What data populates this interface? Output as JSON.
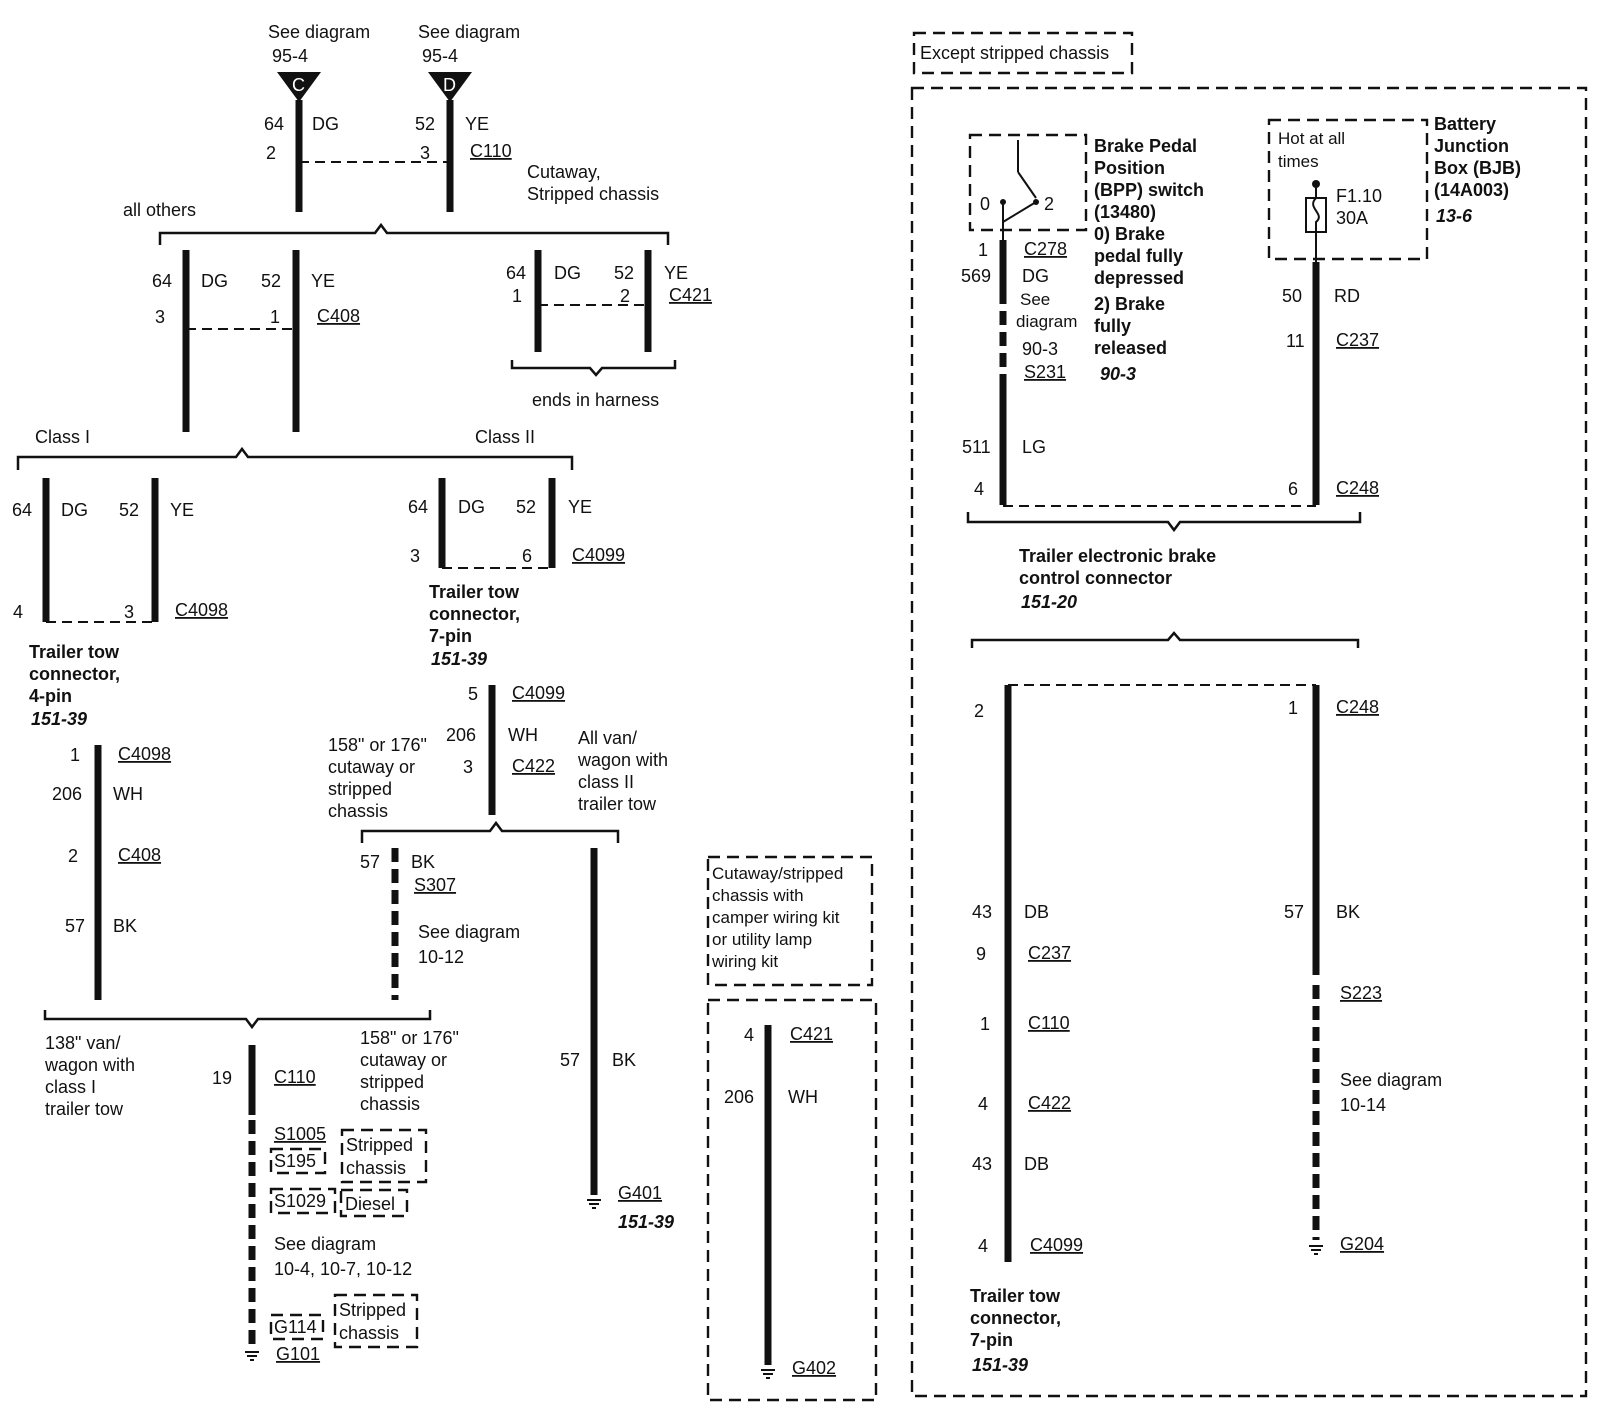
{
  "connC": {
    "see": "See diagram",
    "ref": "95-4",
    "letter": "C"
  },
  "connD": {
    "see": "See diagram",
    "ref": "95-4",
    "letter": "D"
  },
  "top": {
    "c110": "C110",
    "pinDG": "64",
    "colDG": "DG",
    "pinYE": "52",
    "colYE": "YE",
    "n2": "2",
    "n3": "3",
    "cutaway1": "Cutaway,",
    "cutaway2": "Stripped chassis",
    "allOthers": "all others"
  },
  "c408": {
    "pin64": "64",
    "dg": "DG",
    "pin52": "52",
    "ye": "YE",
    "n3": "3",
    "n1": "1",
    "label": "C408"
  },
  "c421": {
    "pin64": "64",
    "dg": "DG",
    "pin52": "52",
    "ye": "YE",
    "n1": "1",
    "n2": "2",
    "label": "C421",
    "ends": "ends in harness"
  },
  "classes": {
    "class1": "Class I",
    "class2": "Class II"
  },
  "c4098": {
    "pin64": "64",
    "dg": "DG",
    "pin52": "52",
    "ye": "YE",
    "n4": "4",
    "n3": "3",
    "label": "C4098"
  },
  "tow4": {
    "l1": "Trailer tow",
    "l2": "connector,",
    "l3": "4-pin",
    "ref": "151-39"
  },
  "c4099": {
    "pin64": "64",
    "dg": "DG",
    "pin52": "52",
    "ye": "YE",
    "n3": "3",
    "n6": "6",
    "label": "C4099"
  },
  "tow7": {
    "l1": "Trailer tow",
    "l2": "connector,",
    "l3": "7-pin",
    "ref": "151-39"
  },
  "wh1": {
    "n1": "1",
    "c4098": "C4098",
    "c206": "206",
    "wh": "WH",
    "n2": "2",
    "c408": "C408",
    "c57": "57",
    "bk": "BK"
  },
  "wh2": {
    "n5": "5",
    "c4099": "C4099",
    "c206": "206",
    "wh": "WH",
    "n3": "3",
    "c422": "C422"
  },
  "notes": {
    "len158a1": "158\" or 176\"",
    "len158a2": "cutaway or",
    "len158a3": "stripped",
    "len158a4": "chassis",
    "allvan1": "All van/",
    "allvan2": "wagon with",
    "allvan3": "class II",
    "allvan4": "trailer tow",
    "van138_1": "138\" van/",
    "van138_2": "wagon with",
    "van138_3": "class I",
    "van138_4": "trailer tow",
    "len158b1": "158\" or 176\"",
    "len158b2": "cutaway or",
    "len158b3": "stripped",
    "len158b4": "chassis"
  },
  "s307": {
    "c57": "57",
    "bk": "BK",
    "splice": "S307",
    "see": "See diagram",
    "ref": "10-12"
  },
  "g401": {
    "c57": "57",
    "bk": "BK",
    "ground": "G401",
    "ref": "151-39"
  },
  "g101": {
    "n19": "19",
    "c110": "C110",
    "s1005": "S1005",
    "s195": "S195",
    "s1029": "S1029",
    "stripped1": "Stripped",
    "chassis1": "chassis",
    "diesel": "Diesel",
    "see": "See diagram",
    "refs": "10-4, 10-7, 10-12",
    "g114": "G114",
    "stripped2": "Stripped",
    "chassis2": "chassis",
    "g101": "G101"
  },
  "camper": {
    "l1": "Cutaway/stripped",
    "l2": "chassis with",
    "l3": "camper wiring kit",
    "l4": "or utility lamp",
    "l5": "wiring kit",
    "n4": "4",
    "c421": "C421",
    "c206": "206",
    "wh": "WH",
    "g402": "G402"
  },
  "right": {
    "except": "Except stripped chassis",
    "bpp": {
      "l1": "Brake Pedal",
      "l2": "Position",
      "l3": "(BPP) switch",
      "l4": "(13480)",
      "l5": "0) Brake",
      "l6": "pedal fully",
      "l7": "depressed",
      "l8": "2) Brake",
      "l9": "fully",
      "l10": "released",
      "ref": "90-3",
      "p0": "0",
      "p2": "2"
    },
    "bjb": {
      "hot1": "Hot at all",
      "hot2": "times",
      "fuse": "F1.10",
      "amp": "30A",
      "l1": "Battery",
      "l2": "Junction",
      "l3": "Box (BJB)",
      "l4": "(14A003)",
      "ref": "13-6"
    },
    "left": {
      "n1": "1",
      "c278": "C278",
      "c569": "569",
      "dg": "DG",
      "see1": "See",
      "see2": "diagram",
      "ref": "90-3",
      "s231": "S231",
      "c511": "511",
      "lg": "LG",
      "n4": "4"
    },
    "rt": {
      "c50": "50",
      "rd": "RD",
      "n11": "11",
      "c237": "C237",
      "n6": "6",
      "c248": "C248"
    },
    "tebc": {
      "l1": "Trailer electronic brake",
      "l2": "control connector",
      "ref": "151-20"
    },
    "lower": {
      "n2": "2",
      "c43a": "43",
      "db1": "DB",
      "n9": "9",
      "c237": "C237",
      "n1": "1",
      "c110": "C110",
      "n4a": "4",
      "c422": "C422",
      "c43b": "43",
      "db2": "DB",
      "n4b": "4",
      "c4099": "C4099",
      "n1r": "1",
      "c248": "C248",
      "c57": "57",
      "bk": "BK",
      "s223": "S223",
      "see": "See diagram",
      "seeRef": "10-14",
      "g204": "G204"
    },
    "tow7": {
      "l1": "Trailer tow",
      "l2": "connector,",
      "l3": "7-pin",
      "ref": "151-39"
    }
  }
}
